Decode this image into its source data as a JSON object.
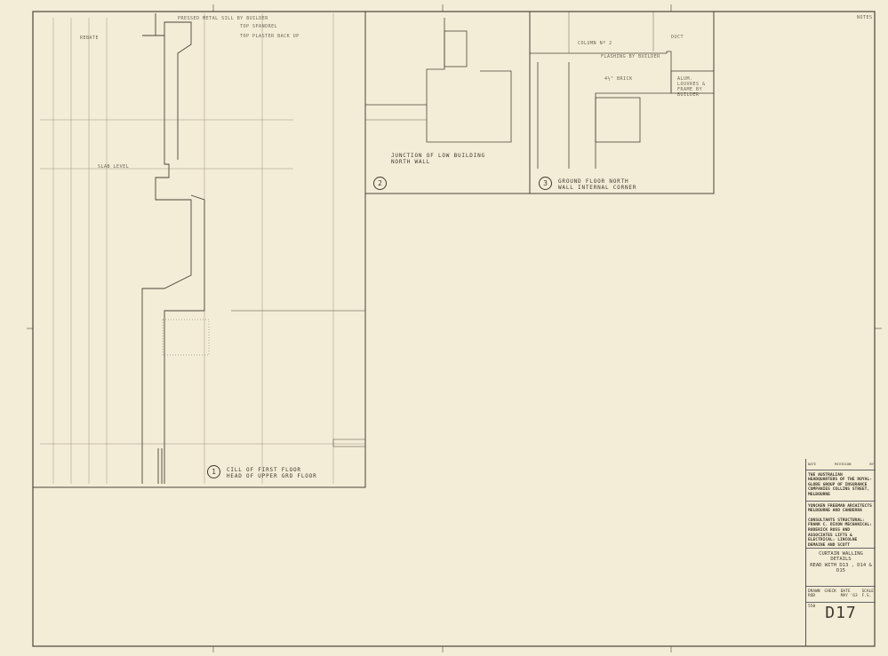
{
  "sheet": {
    "paper_color": "#f3ecd6",
    "line_color": "#4a4538"
  },
  "details": [
    {
      "number": "1",
      "caption": "CILL OF FIRST FLOOR\nHEAD OF UPPER GRD FLOOR"
    },
    {
      "number": "2",
      "caption": "JUNCTION OF LOW BUILDING\nNORTH WALL"
    },
    {
      "number": "3",
      "caption": "GROUND FLOOR NORTH\nWALL INTERNAL CORNER"
    }
  ],
  "annotations": {
    "sill": "PRESSED METAL SILL BY BUILDER",
    "spandrel": "TOP SPANDREL",
    "plaster": "TOP PLASTER BACK UP",
    "rebate": "REBATE",
    "slab_level": "SLAB LEVEL",
    "column": "COLUMN Nº 2",
    "duct": "DUCT",
    "brick": "4½\" BRICK",
    "flashing": "FLASHING BY BUILDER",
    "louvres": "ALUM. LOUVRES & FRAME BY BUILDER",
    "notes": "NOTES"
  },
  "title_block": {
    "revision_header": [
      "DATE",
      "REVISION",
      "BY"
    ],
    "project": "THE AUSTRALIAN HEADQUARTERS OF THE ROYAL-GLOBE GROUP OF INSURANCE COMPANIES COLLINS STREET, MELBOURNE",
    "architect": "YUNCKEN FREEMAN ARCHITECTS MELBOURNE AND CANBERRA",
    "consultants": "CONSULTANTS STRUCTURAL: FRANK C. DIXON MECHANICAL: RODERICK ROSS AND ASSOCIATES LIFTS & ELECTRICAL: LINCOLNE DEMAINE AND SCOTT",
    "drawing_title": "CURTAIN WALLING DETAILS",
    "reference": "READ WITH D13 , D14 & D15",
    "drawn_label": "DRAWN",
    "drawn": "ROD",
    "check_label": "CHECK",
    "check": "",
    "date_label": "DATE",
    "date": "MAY '63",
    "scale_label": "SCALE",
    "scale": "F.S.",
    "job_no": "550",
    "drawing_no": "D17"
  }
}
